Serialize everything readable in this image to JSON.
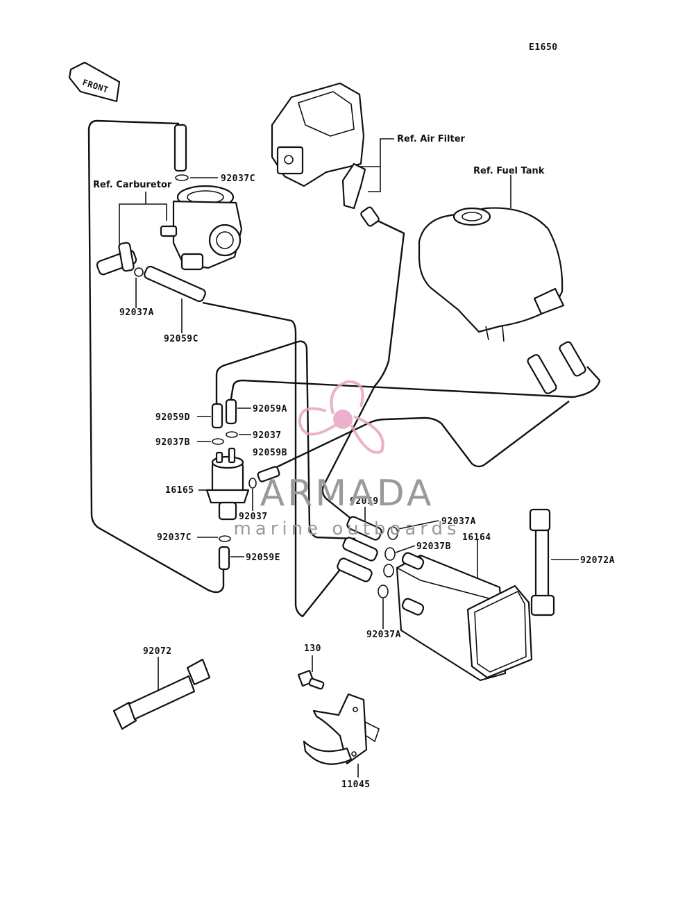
{
  "diagram_code": "E1650",
  "front_label": "FRONT",
  "refs": {
    "air_filter": "Ref. Air Filter",
    "fuel_tank": "Ref. Fuel Tank",
    "carburetor": "Ref. Carburetor"
  },
  "labels": {
    "p92037C_top": "92037C",
    "p92037A_left": "92037A",
    "p92059C": "92059C",
    "p92059D": "92059D",
    "p92059A": "92059A",
    "p92037B_left": "92037B",
    "p92037_upper": "92037",
    "p92059B": "92059B",
    "p16165": "16165",
    "p92037_lower": "92037",
    "p92037C_bottom": "92037C",
    "p92059E": "92059E",
    "p92059": "92059",
    "p92037A_right": "92037A",
    "p92037B_right": "92037B",
    "p16164": "16164",
    "p92072A": "92072A",
    "p92037A_bottom": "92037A",
    "p92072": "92072",
    "p130": "130",
    "p11045": "11045"
  },
  "watermark": {
    "brand": "ARMADA",
    "tagline": "marine outboards",
    "color": "#e8a3c4"
  }
}
